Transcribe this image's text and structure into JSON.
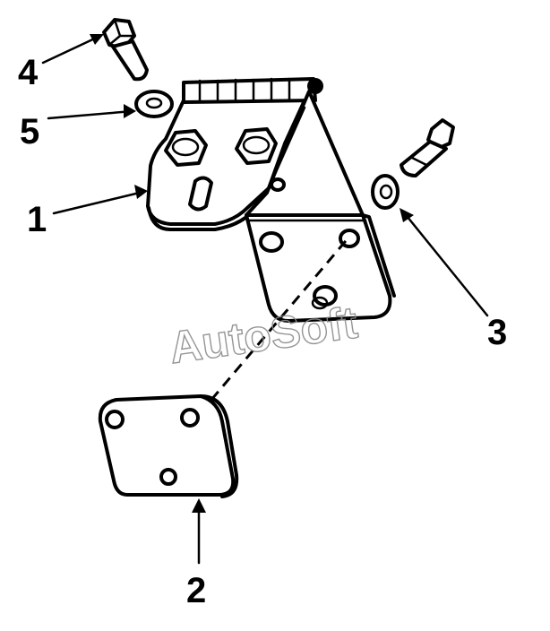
{
  "callouts": {
    "part_1": "1",
    "part_2": "2",
    "part_3": "3",
    "part_4": "4",
    "part_5": "5"
  },
  "watermark": "AutoSoft",
  "colors": {
    "ink": "#000000",
    "paper": "#ffffff",
    "watermark": "#8a8a8a"
  }
}
